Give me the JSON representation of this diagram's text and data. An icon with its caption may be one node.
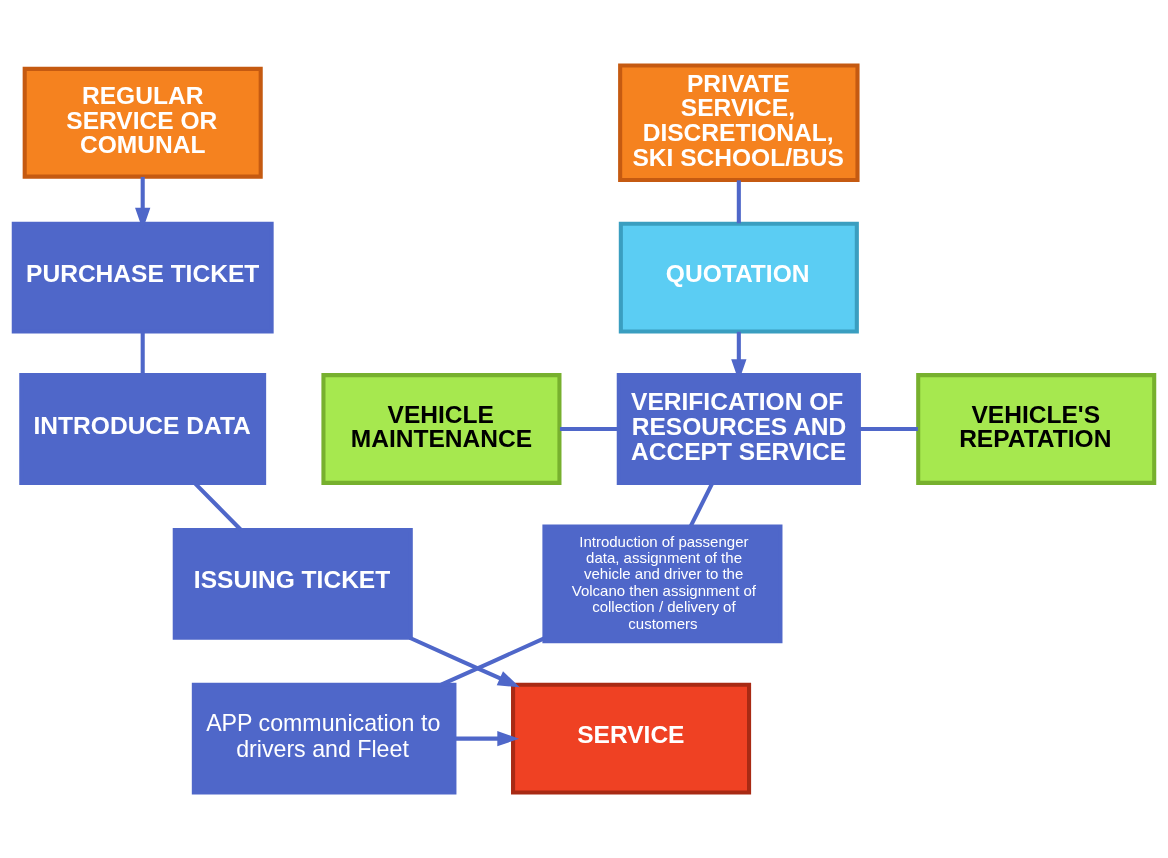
{
  "diagram": {
    "nodes": [
      {
        "text": [
          "REGULAR SERVICE OR COMUNAL"
        ]
      },
      {
        "text": [
          "PRIVATE SERVICE, DISCRETIONAL, SKI SCHOOL/BUS"
        ]
      },
      {
        "text": [
          "PURCHASE TICKET"
        ]
      },
      {
        "text": [
          "QUOTATION"
        ]
      },
      {
        "text": [
          "INTRODUCE DATA"
        ]
      },
      {
        "text": [
          "VEHICLE MAINTENANCE"
        ]
      },
      {
        "text": [
          "VERIFICATION OF RESOURCES AND ACCEPT SERVICE"
        ]
      },
      {
        "text": [
          "VEHICLE'S REPATATION"
        ]
      },
      {
        "text": [
          "ISSUING TICKET"
        ]
      },
      {
        "text": [
          "Introduction of passenger data, assignment of the vehicle and driver to the Volcano then assignment of collection / delivery of customers"
        ]
      },
      {
        "text": [
          "SERVICE"
        ]
      },
      {
        "text": [
          "APP communication to drivers and Fleet"
        ]
      }
    ],
    "edges": [
      {
        "from": 0,
        "to": 2,
        "arrow": "to"
      },
      {
        "from": 2,
        "to": 4,
        "arrow": "none"
      },
      {
        "from": 4,
        "to": 8,
        "arrow": "none"
      },
      {
        "from": 8,
        "to": 10,
        "arrow": "to"
      },
      {
        "from": 1,
        "to": 3,
        "arrow": "none"
      },
      {
        "from": 3,
        "to": 6,
        "arrow": "to"
      },
      {
        "from": 5,
        "to": 6,
        "arrow": "none"
      },
      {
        "from": 6,
        "to": 7,
        "arrow": "none"
      },
      {
        "from": 6,
        "to": 9,
        "arrow": "none"
      },
      {
        "from": 9,
        "to": 11,
        "arrow": "none"
      },
      {
        "from": 11,
        "to": 10,
        "arrow": "to"
      }
    ]
  }
}
